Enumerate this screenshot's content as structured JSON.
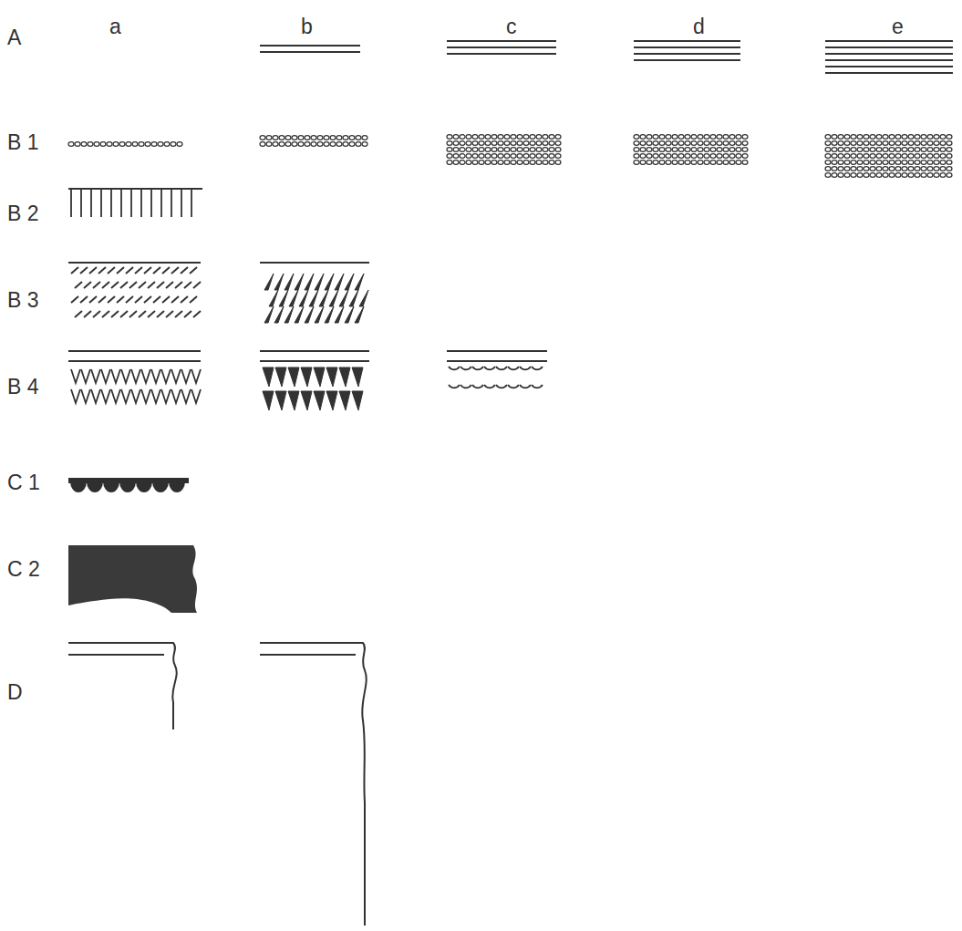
{
  "diagram": {
    "labels": [
      "A",
      "a",
      "b",
      "c",
      "d",
      "e",
      "B 1",
      "B 2",
      "B 3",
      "B 4",
      "C 1",
      "C 2",
      "D"
    ]
  }
}
